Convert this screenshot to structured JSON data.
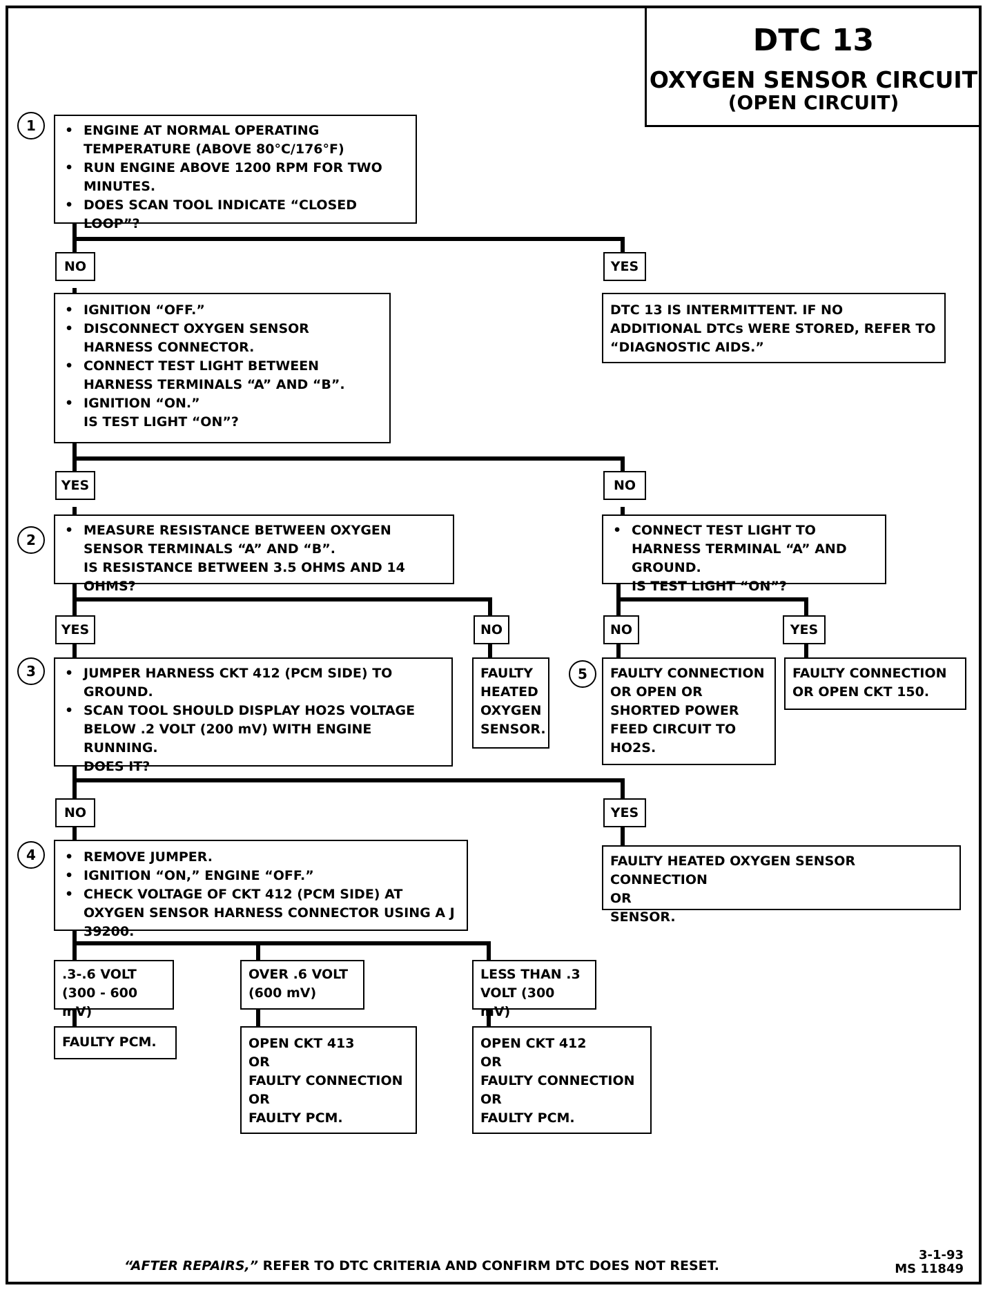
{
  "title": "DTC 13",
  "subtitle": "OXYGEN SENSOR CIRCUIT",
  "subtitle2": "(OPEN CIRCUIT)",
  "steps": [
    "1",
    "2",
    "3",
    "4",
    "5"
  ],
  "box1": {
    "items": [
      "ENGINE AT NORMAL OPERATING TEMPERATURE (ABOVE 80°C/176°F)",
      "RUN ENGINE ABOVE 1200 RPM FOR TWO MINUTES.",
      "DOES SCAN TOOL INDICATE “CLOSED LOOP”?"
    ]
  },
  "box_ign": {
    "items": [
      "IGNITION “OFF.”",
      "DISCONNECT OXYGEN SENSOR HARNESS CONNECTOR.",
      "CONNECT TEST LIGHT BETWEEN HARNESS TERMINALS “A” AND “B”.",
      "IGNITION “ON.”"
    ],
    "question": "IS TEST LIGHT “ON”?"
  },
  "box_intermittent": "DTC 13 IS INTERMITTENT.  IF NO ADDITIONAL DTCs WERE STORED, REFER TO  “DIAGNOSTIC AIDS.”",
  "box2": {
    "items": [
      "MEASURE RESISTANCE BETWEEN OXYGEN SENSOR TERMINALS “A” AND “B”."
    ],
    "question": "IS RESISTANCE BETWEEN 3.5 OHMS AND 14 OHMS?"
  },
  "box_ground": {
    "items": [
      "CONNECT TEST LIGHT TO HARNESS TERMINAL “A” AND GROUND."
    ],
    "question": "IS TEST LIGHT “ON”?"
  },
  "box3": {
    "items": [
      "JUMPER HARNESS CKT 412 (PCM SIDE) TO GROUND.",
      "SCAN TOOL SHOULD DISPLAY HO2S VOLTAGE BELOW .2  VOLT (200 mV) WITH ENGINE RUNNING."
    ],
    "question": "DOES IT?"
  },
  "box_faulty_sensor": "FAULTY HEATED OXYGEN SENSOR.",
  "box5": "FAULTY CONNECTION OR OPEN OR SHORTED POWER FEED CIRCUIT TO HO2S.",
  "box_ckt150": "FAULTY CONNECTION OR OPEN CKT 150.",
  "box4": {
    "items": [
      "REMOVE JUMPER.",
      "IGNITION “ON,”  ENGINE  “OFF.”",
      "CHECK VOLTAGE OF CKT 412 (PCM SIDE) AT OXYGEN SENSOR HARNESS CONNECTOR USING A J 39200."
    ]
  },
  "box_faulty_conn": {
    "l1": "FAULTY HEATED OXYGEN SENSOR CONNECTION",
    "l2": "OR",
    "l3": "SENSOR."
  },
  "v1": {
    "l1": ".3-.6 VOLT",
    "l2": "(300 - 600 mV)"
  },
  "v2": {
    "l1": "OVER  .6  VOLT",
    "l2": "(600 mV)"
  },
  "v3": {
    "l1": "LESS THAN .3",
    "l2": "VOLT  (300 mV)"
  },
  "r1": "FAULTY PCM.",
  "r2": {
    "l1": "OPEN CKT 413",
    "l2": "OR",
    "l3": "FAULTY CONNECTION",
    "l4": "OR",
    "l5": "FAULTY PCM."
  },
  "r3": {
    "l1": "OPEN CKT  412",
    "l2": "OR",
    "l3": "FAULTY CONNECTION",
    "l4": "OR",
    "l5": "FAULTY PCM."
  },
  "labels": {
    "yes": "YES",
    "no": "NO"
  },
  "footer": {
    "em": "“AFTER REPAIRS,”",
    "rest": " REFER TO DTC CRITERIA  AND CONFIRM DTC DOES NOT RESET."
  },
  "date": "3-1-93",
  "code": "MS 11849"
}
